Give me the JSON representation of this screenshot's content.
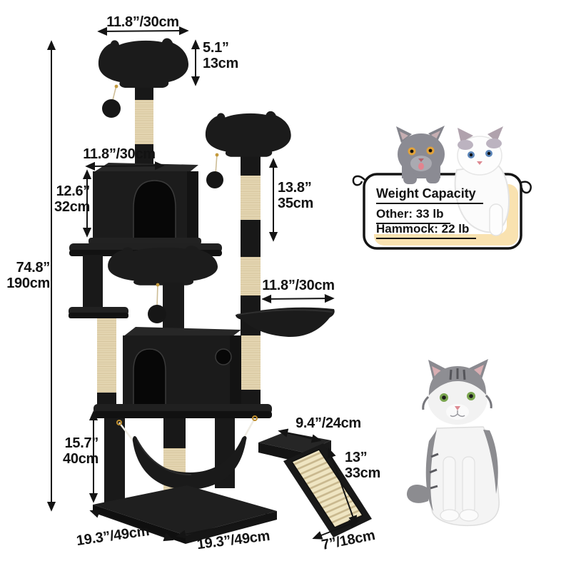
{
  "diagram": {
    "dims": {
      "top_perch_width": "11.8”/30cm",
      "top_perch_depth_in": "5.1”",
      "top_perch_depth_cm": "13cm",
      "total_height_in": "74.8”",
      "total_height_cm": "190cm",
      "upper_condo_width": "11.8”/30cm",
      "upper_condo_height_in": "12.6”",
      "upper_condo_height_cm": "32cm",
      "upper_post_height_in": "13.8”",
      "upper_post_height_cm": "35cm",
      "basket_width": "11.8”/30cm",
      "lower_section_height_in": "15.7”",
      "lower_section_height_cm": "40cm",
      "base_side_left": "19.3”/49cm",
      "base_side_front": "19.3”/49cm",
      "ramp_platform_width": "9.4”/24cm",
      "ramp_length_in": "13”",
      "ramp_length_cm": "33cm",
      "ramp_width": "7”/18cm"
    },
    "weight_capacity": {
      "title": "Weight Capacity",
      "other": "Other: 33 lb",
      "hammock": "Hammock: 22 lb"
    },
    "colors": {
      "tree_black": "#1b1b1b",
      "sisal_beige": "#e9dcba",
      "card_cream": "#f9e2b0",
      "text": "#121212"
    }
  }
}
